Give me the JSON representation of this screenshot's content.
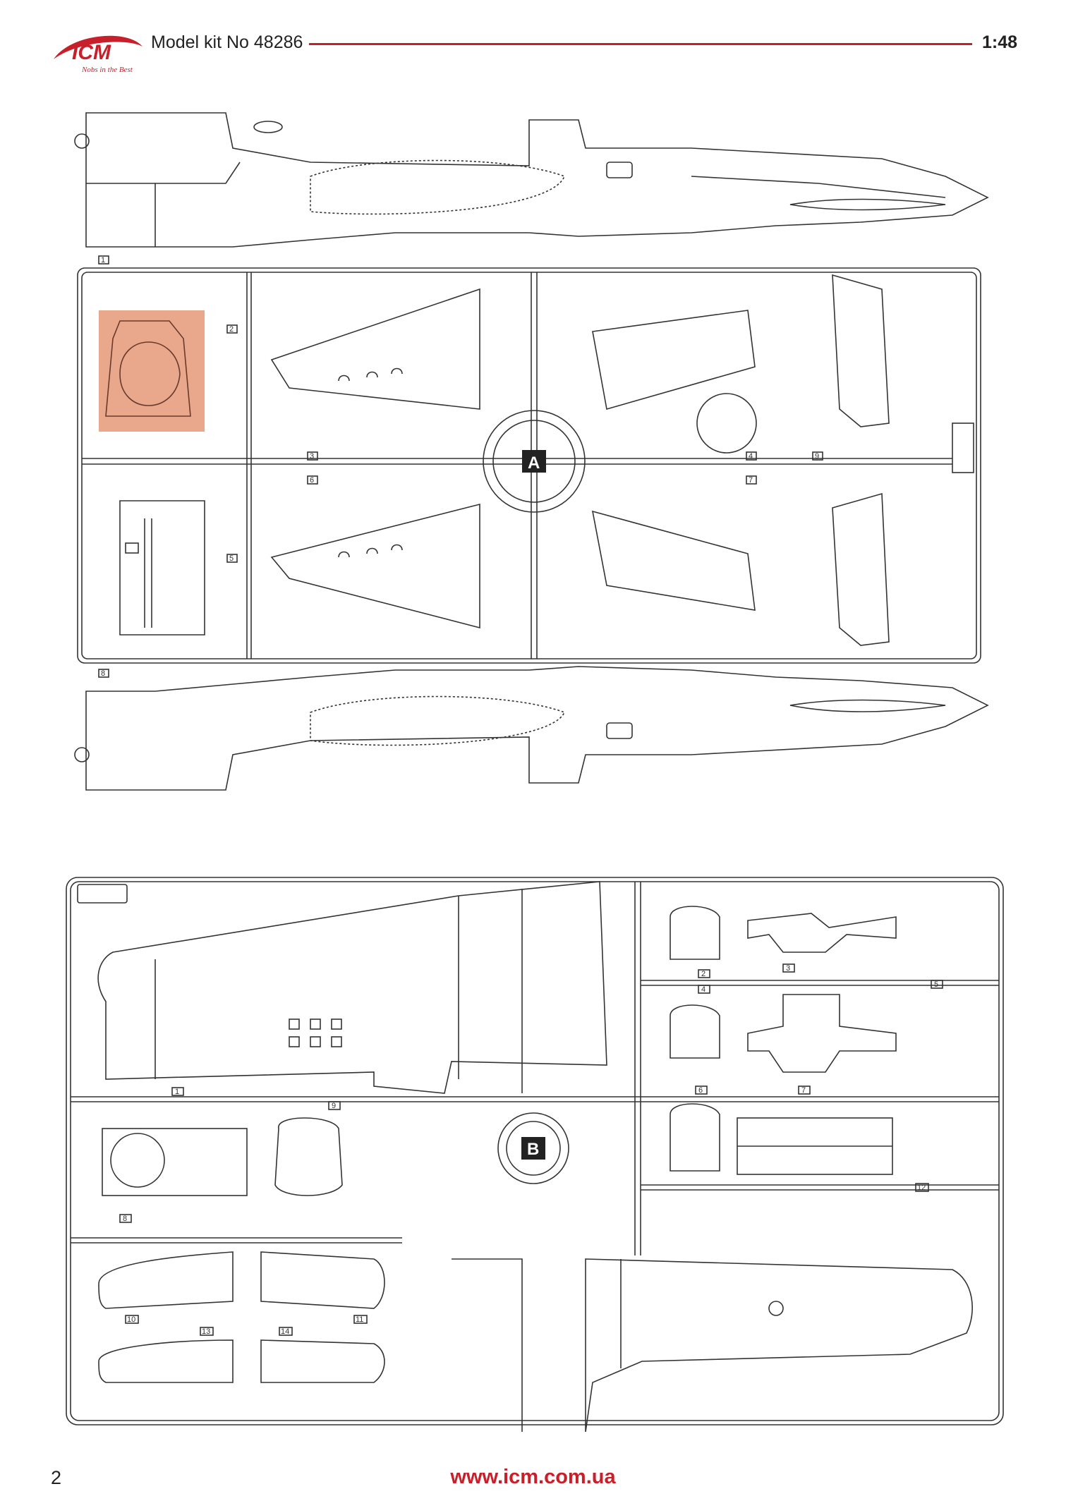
{
  "header": {
    "brand": "ICM",
    "tagline": "Nobs in the Best",
    "kit_title": "Model kit No 48286",
    "scale": "1:48"
  },
  "sprues": {
    "a": {
      "label": "A",
      "part_numbers": [
        "1",
        "2",
        "3",
        "4",
        "5",
        "6",
        "7",
        "8",
        "9"
      ]
    },
    "b": {
      "label": "B",
      "part_numbers": [
        "1",
        "2",
        "3",
        "4",
        "5",
        "6",
        "7",
        "8",
        "9",
        "10",
        "11",
        "12",
        "13",
        "14"
      ]
    }
  },
  "footer": {
    "page_number": "2",
    "website": "www.icm.com.ua"
  },
  "colors": {
    "brand_red": "#c8202a",
    "highlight": "#e9a78c",
    "line": "#333333"
  }
}
